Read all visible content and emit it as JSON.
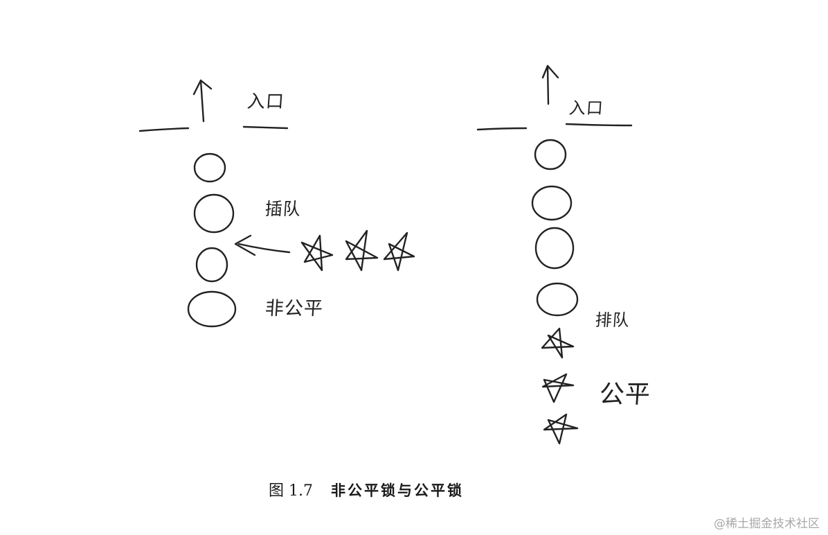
{
  "figure": {
    "caption_number": "图 1.7",
    "caption_text": "非公平锁与公平锁",
    "stroke_color": "#222222",
    "background": "#ffffff"
  },
  "left_panel": {
    "entrance_label": "入口",
    "queue_circles": 4,
    "inserting_stars": 3,
    "cut_in_label": "插队",
    "type_label": "非公平"
  },
  "right_panel": {
    "entrance_label": "入口",
    "queue_circles": 4,
    "waiting_stars": 3,
    "queue_label": "排队",
    "type_label": "公平"
  },
  "watermark": "@稀土掘金技术社区"
}
